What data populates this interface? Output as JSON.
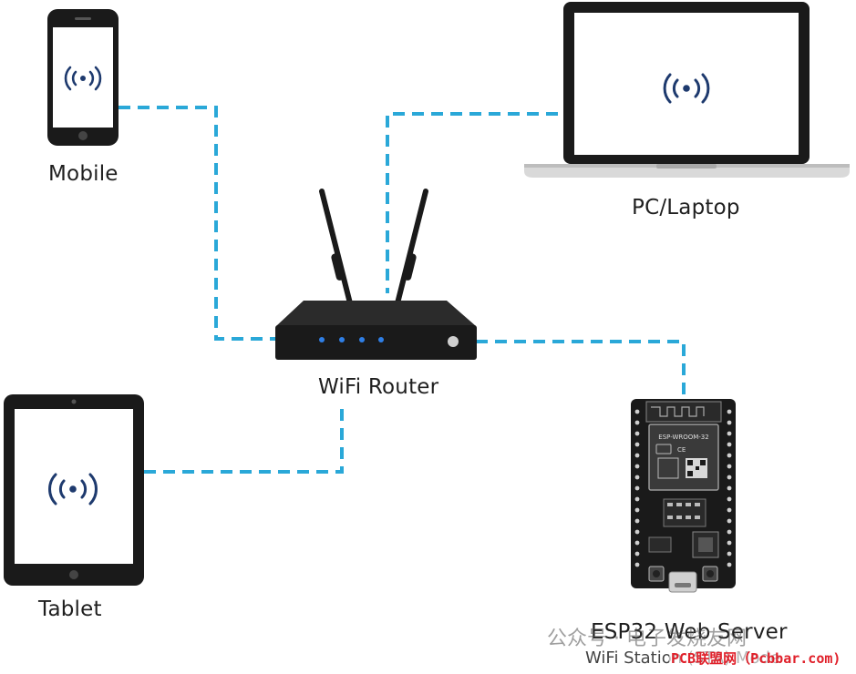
{
  "devices": {
    "mobile": {
      "label": "Mobile"
    },
    "laptop": {
      "label": "PC/Laptop"
    },
    "router": {
      "label": "WiFi Router"
    },
    "tablet": {
      "label": "Tablet"
    },
    "esp32": {
      "label": "ESP32 Web Server",
      "sublabel": "WiFi Station (STA) Mode",
      "module_text": "ESP-WROOM-32"
    }
  },
  "watermark": {
    "account": "公众号 · 电子发烧友网",
    "source": "PCB联盟网（Pcbbar.com)"
  },
  "colors": {
    "connection": "#2aa8d8",
    "device_body": "#1a1a1a",
    "screen": "#ffffff",
    "wifi_icon": "#1e3a6e",
    "router_led": "#2f7fe6",
    "laptop_base": "#d9d9d9"
  },
  "icons": {
    "wifi": "wifi-signal-icon"
  }
}
